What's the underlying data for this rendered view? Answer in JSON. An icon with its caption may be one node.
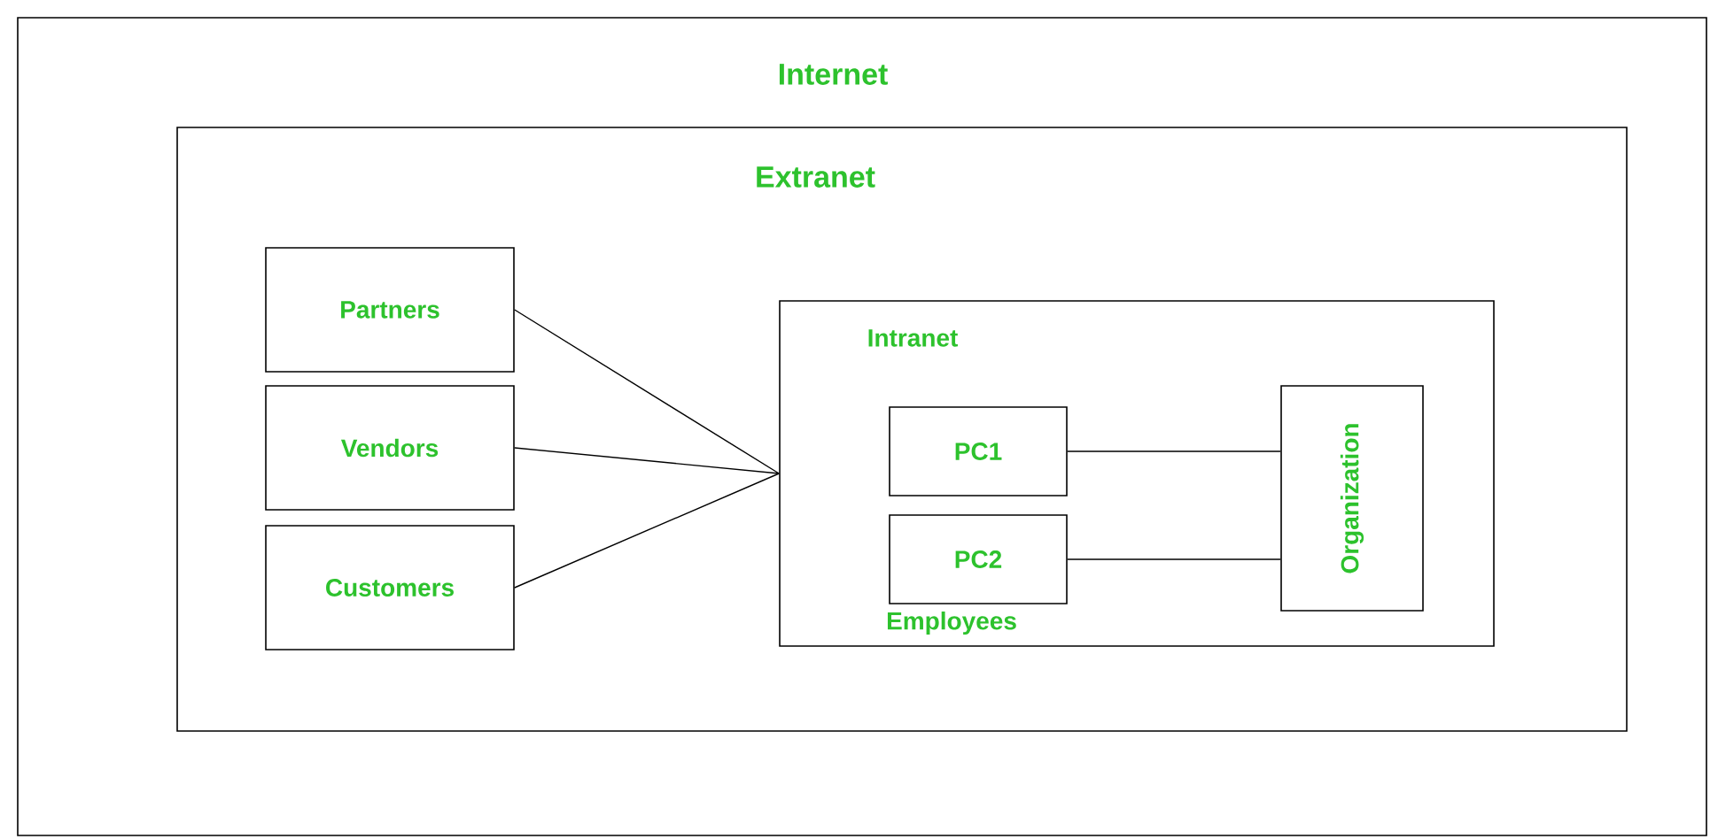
{
  "diagram": {
    "nodes": [
      {
        "text": [
          "Internet"
        ]
      },
      {
        "text": [
          "Extranet"
        ],
        "in": 0
      },
      {
        "text": [
          "Partners"
        ],
        "in": 1
      },
      {
        "text": [
          "Vendors"
        ],
        "in": 1
      },
      {
        "text": [
          "Customers"
        ],
        "in": 1
      },
      {
        "text": [
          "Intranet"
        ],
        "in": 1
      },
      {
        "text": [
          "PC1"
        ],
        "in": 5
      },
      {
        "text": [
          "PC2"
        ],
        "in": 5
      },
      {
        "text": [
          "Organization"
        ],
        "in": 5
      }
    ],
    "edges": [
      {
        "from": 2,
        "to": 5,
        "arrow": "none"
      },
      {
        "from": 3,
        "to": 5,
        "arrow": "none"
      },
      {
        "from": 4,
        "to": 5,
        "arrow": "none"
      },
      {
        "from": 6,
        "to": 8,
        "arrow": "none"
      },
      {
        "from": 7,
        "to": 8,
        "arrow": "none"
      }
    ],
    "labels": [
      "Employees"
    ]
  }
}
